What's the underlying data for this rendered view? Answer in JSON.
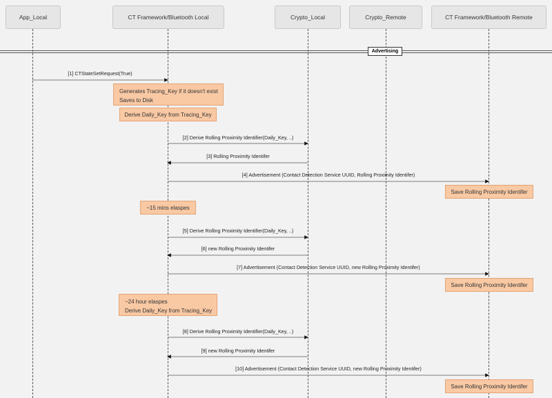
{
  "actors": {
    "app_local": "App_Local",
    "ct_local": "CT Framework/Bluetooth Local",
    "crypto_local": "Crypto_Local",
    "crypto_remote": "Crypto_Remote",
    "ct_remote": "CT Framework/Bluetooth Remote"
  },
  "section": "Advertising",
  "messages": {
    "m1": "[1] CTStateSetRequest(True)",
    "m2": "[2] Derive Rolling Proximity Identifier(Daily_Key, ..)",
    "m3": "[3] Rolling Proximity Identifer",
    "m4": "[4] Advertisement (Contact Detection Service UUID, Rolling Proximity Identifer)",
    "m5": "[5] Derive Rolling Proximity Identifier(Daily_Key, ..)",
    "m6": "[6] new Rolling Proximity Identifer",
    "m7": "[7] Advertisement (Contact Detection Service UUID, new Rolling Proximity Identifer)",
    "m8": "[8] Derive Rolling Proximity Identifier(Daily_Key, ..)",
    "m9": "[9] new Rolling Proximity Identifer",
    "m10": "[10] Advertisement (Contact Detection Service UUID, new Rolling Proximity Identifer)"
  },
  "notes": {
    "n1_line1": "Generates Tracing_Key if it doesn't exist",
    "n1_line2": "Saves to Disk",
    "n2": "Derive Daily_Key from Tracing_Key",
    "n3": "Save Rolling Proximity Identifer",
    "n4": "~15 mins elaspes",
    "n5": "Save Rolling Proximity Identifer",
    "n6_line1": "~24 hour elaspes",
    "n6_line2": "Derive Daily_Key from Tracing_Key",
    "n7": "Save Rolling Proximity Identifer"
  },
  "colors": {
    "note_fill": "#f9c9a4",
    "note_border": "#e4a472",
    "actor_fill": "#e6e6e6",
    "line": "#555555"
  }
}
